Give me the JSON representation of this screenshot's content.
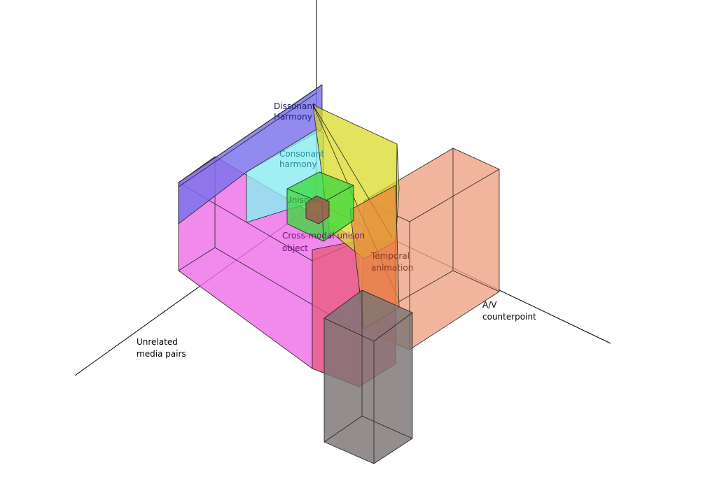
{
  "diagram": {
    "labels": {
      "dissonant": [
        "Dissonant",
        "Harmony"
      ],
      "consonant": [
        "Consonant",
        "harmony"
      ],
      "unison": [
        "Unison"
      ],
      "cross_modal": [
        "Cross-modal unison",
        "object"
      ],
      "temporal": [
        "Temporal",
        "animation"
      ],
      "counterpoint": [
        "A/V",
        "counterpoint"
      ],
      "unrelated": [
        "Unrelated",
        "media pairs"
      ]
    },
    "colors": {
      "magenta": "#ee70e8",
      "blue": "#7a72ec",
      "cyan": "#88ecf0",
      "yellow": "#d8d820",
      "green": "#3ed83e",
      "salmon": "#eea284",
      "gray": "#7c7474",
      "brown": "#9a5a4a",
      "label_dissonant": "#1c1c78",
      "label_consonant": "#2a8a9a",
      "label_unison": "#3a8a3a",
      "label_cross": "#7a0a7a",
      "label_temporal": "#8a3a1a",
      "label_axis": "#000000"
    }
  }
}
